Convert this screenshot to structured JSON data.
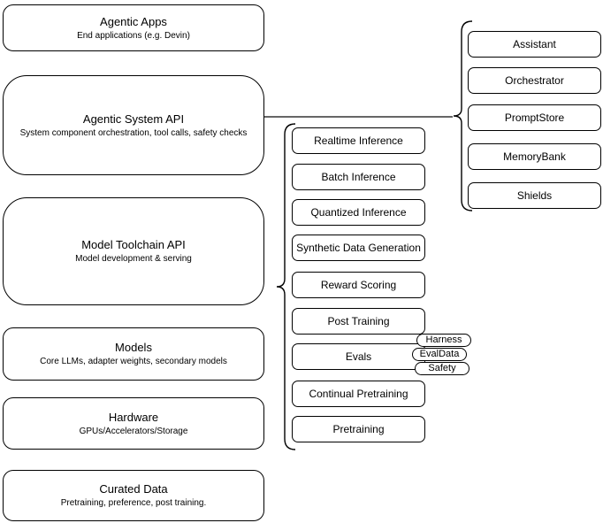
{
  "diagram": {
    "background_color": "#ffffff",
    "node_fill_color": "#ffffff",
    "node_stroke_color": "#000000",
    "text_color": "#000000"
  },
  "left_stack": [
    {
      "title": "Agentic Apps",
      "subtitle": "End applications (e.g. Devin)"
    },
    {
      "title": "Agentic System API",
      "subtitle": "System component orchestration, tool calls, safety checks"
    },
    {
      "title": "Model Toolchain API",
      "subtitle": "Model development & serving"
    },
    {
      "title": "Models",
      "subtitle": "Core LLMs, adapter weights, secondary models"
    },
    {
      "title": "Hardware",
      "subtitle": "GPUs/Accelerators/Storage"
    },
    {
      "title": "Curated Data",
      "subtitle": "Pretraining, preference, post training."
    }
  ],
  "toolchain_group": {
    "items": [
      "Realtime Inference",
      "Batch Inference",
      "Quantized Inference",
      "Synthetic Data Generation",
      "Reward Scoring",
      "Post Training",
      "Evals",
      "Continual Pretraining",
      "Pretraining"
    ],
    "evals_tags": [
      "Harness",
      "EvalData",
      "Safety"
    ]
  },
  "system_group": {
    "items": [
      "Assistant",
      "Orchestrator",
      "PromptStore",
      "MemoryBank",
      "Shields"
    ]
  }
}
